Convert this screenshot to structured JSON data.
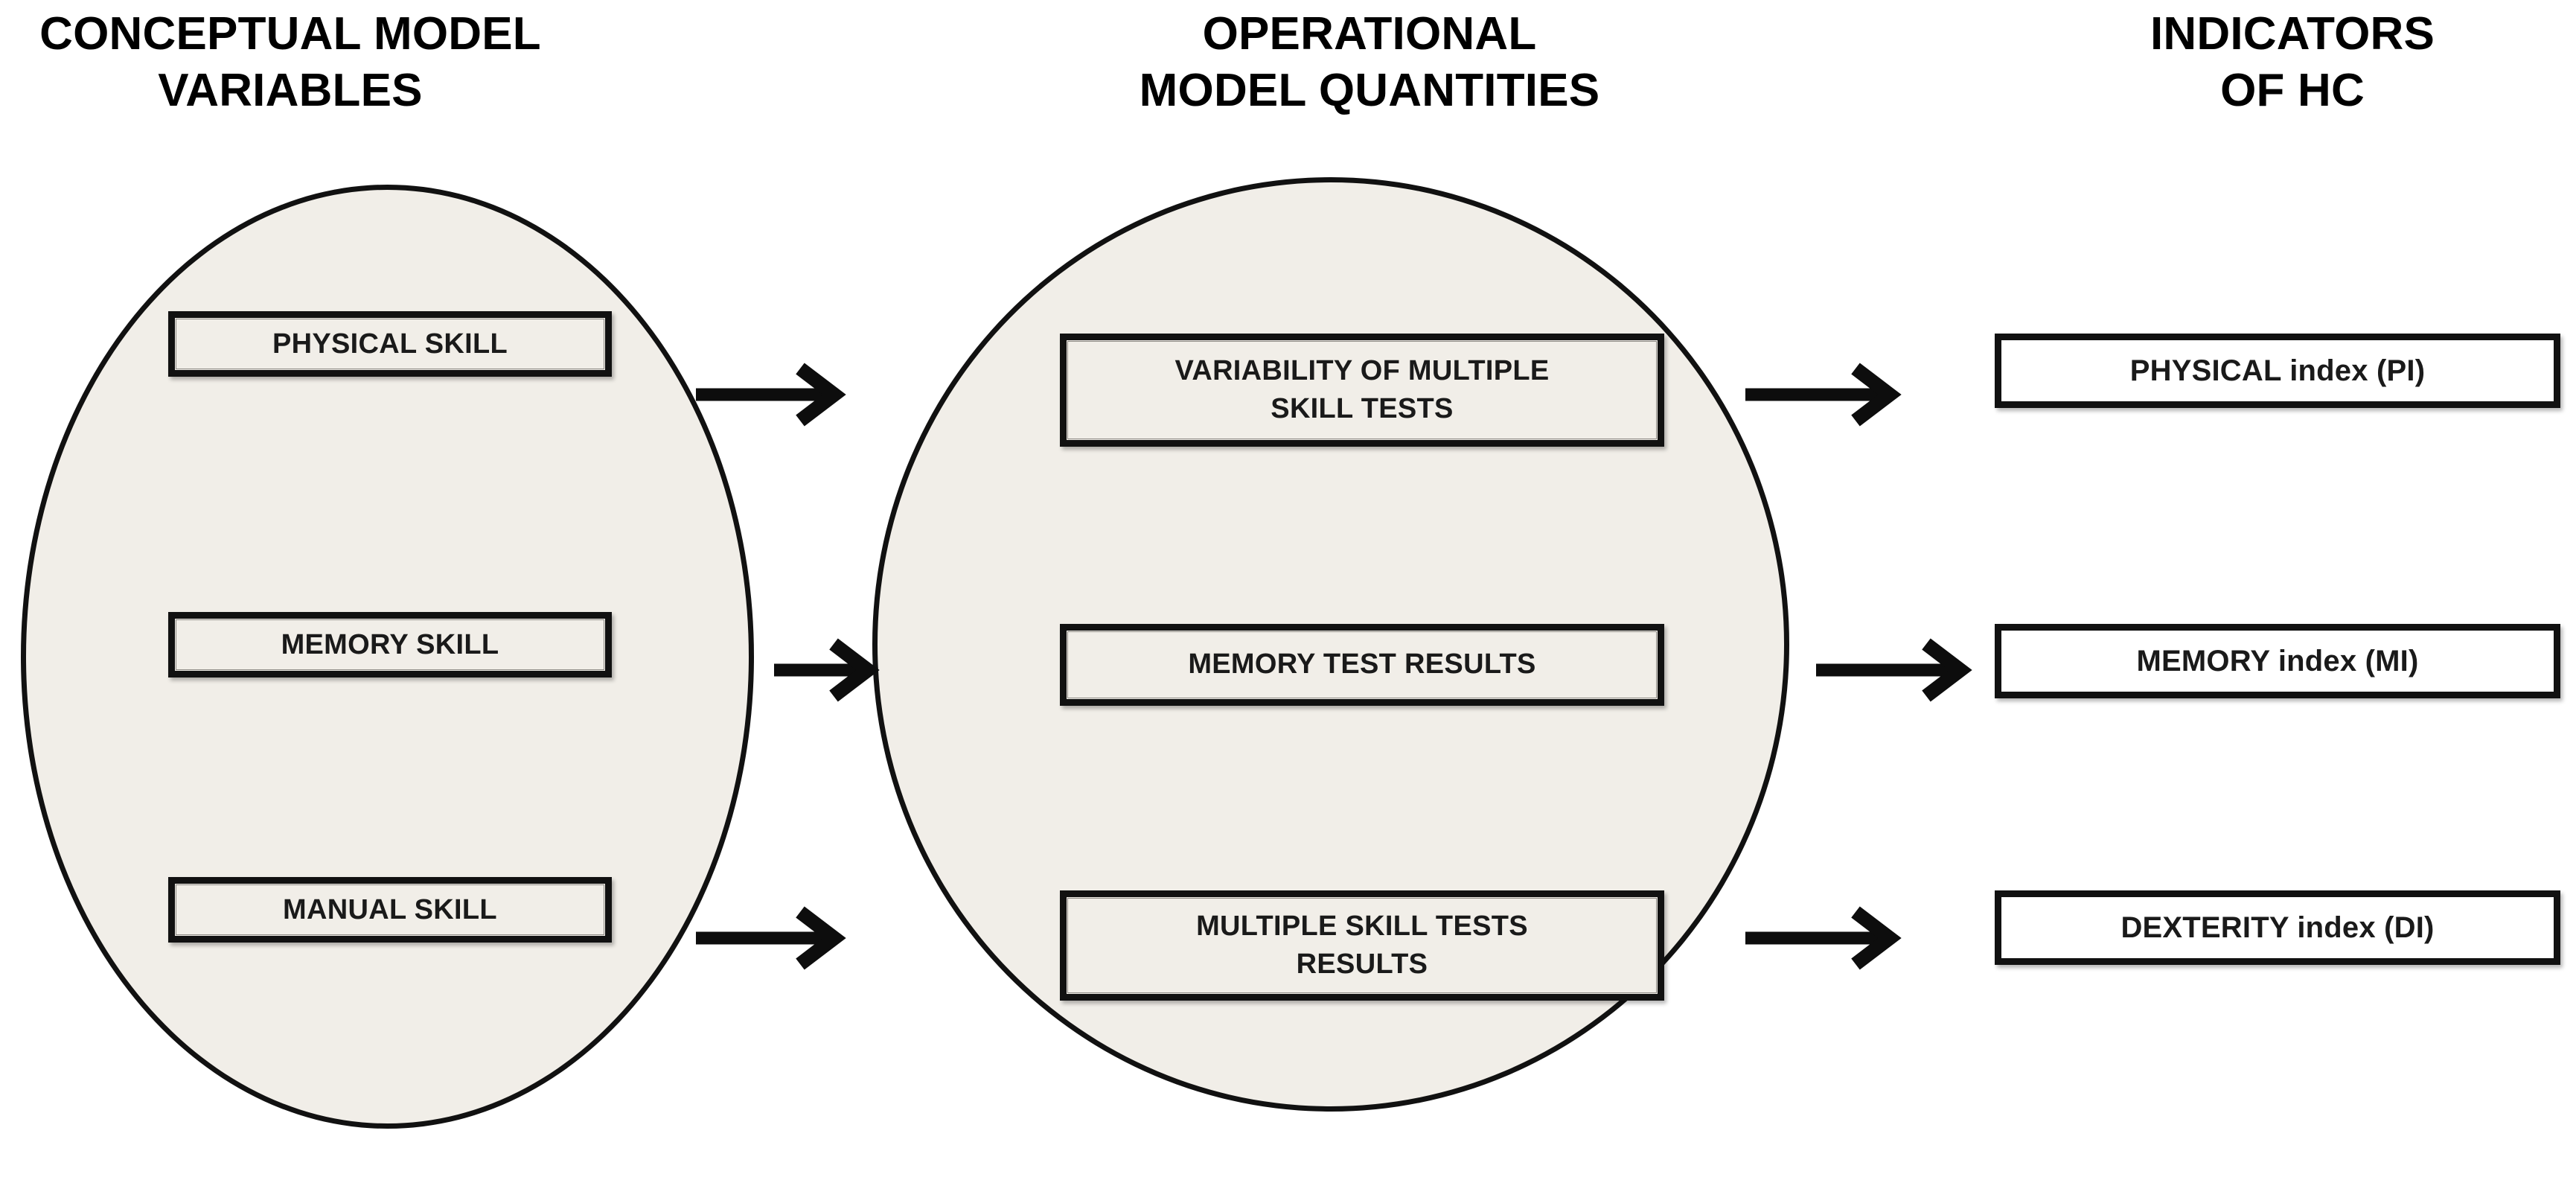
{
  "diagram": {
    "title_columns": [
      {
        "id": "conceptual",
        "label": "CONCEPTUAL MODEL\nVARIABLES"
      },
      {
        "id": "operational",
        "label": "OPERATIONAL\nMODEL QUANTITIES"
      },
      {
        "id": "indicators",
        "label": "INDICATORS\nOF HC"
      }
    ],
    "colors": {
      "shape_fill": "#F1EEE8",
      "shape_stroke": "#111111",
      "box_fill_plain": "#FFFFFF",
      "text": "#1A1A1A",
      "background": "#FFFFFF",
      "arrow": "#0D0D0D"
    },
    "conceptual_model": {
      "container_shape": "ellipse",
      "nodes": [
        {
          "id": "physical-skill",
          "label": "PHYSICAL SKILL"
        },
        {
          "id": "memory-skill",
          "label": "MEMORY SKILL"
        },
        {
          "id": "manual-skill",
          "label": "MANUAL SKILL"
        }
      ]
    },
    "operational_model": {
      "container_shape": "circle",
      "nodes": [
        {
          "id": "variability-multiple-skill-tests",
          "label": "VARIABILITY OF MULTIPLE\nSKILL TESTS"
        },
        {
          "id": "memory-test-results",
          "label": "MEMORY TEST RESULTS"
        },
        {
          "id": "multiple-skill-tests-results",
          "label": "MULTIPLE SKILL TESTS\nRESULTS"
        }
      ]
    },
    "indicators": {
      "container_shape": "none",
      "nodes": [
        {
          "id": "physical-index",
          "label": "PHYSICAL index (PI)"
        },
        {
          "id": "memory-index",
          "label": "MEMORY index (MI)"
        },
        {
          "id": "dexterity-index",
          "label": "DEXTERITY index (DI)"
        }
      ]
    },
    "connections": [
      {
        "id": "arrow-physical-to-variability",
        "from": "physical-skill",
        "to": "variability-multiple-skill-tests",
        "direction": "right"
      },
      {
        "id": "arrow-memory-to-memorytest",
        "from": "memory-skill",
        "to": "memory-test-results",
        "direction": "right"
      },
      {
        "id": "arrow-manual-to-multipletests",
        "from": "manual-skill",
        "to": "multiple-skill-tests-results",
        "direction": "right"
      },
      {
        "id": "arrow-variability-to-pi",
        "from": "variability-multiple-skill-tests",
        "to": "physical-index",
        "direction": "right"
      },
      {
        "id": "arrow-memorytest-to-mi",
        "from": "memory-test-results",
        "to": "memory-index",
        "direction": "right"
      },
      {
        "id": "arrow-multipletests-to-di",
        "from": "multiple-skill-tests-results",
        "to": "dexterity-index",
        "direction": "right"
      }
    ]
  }
}
